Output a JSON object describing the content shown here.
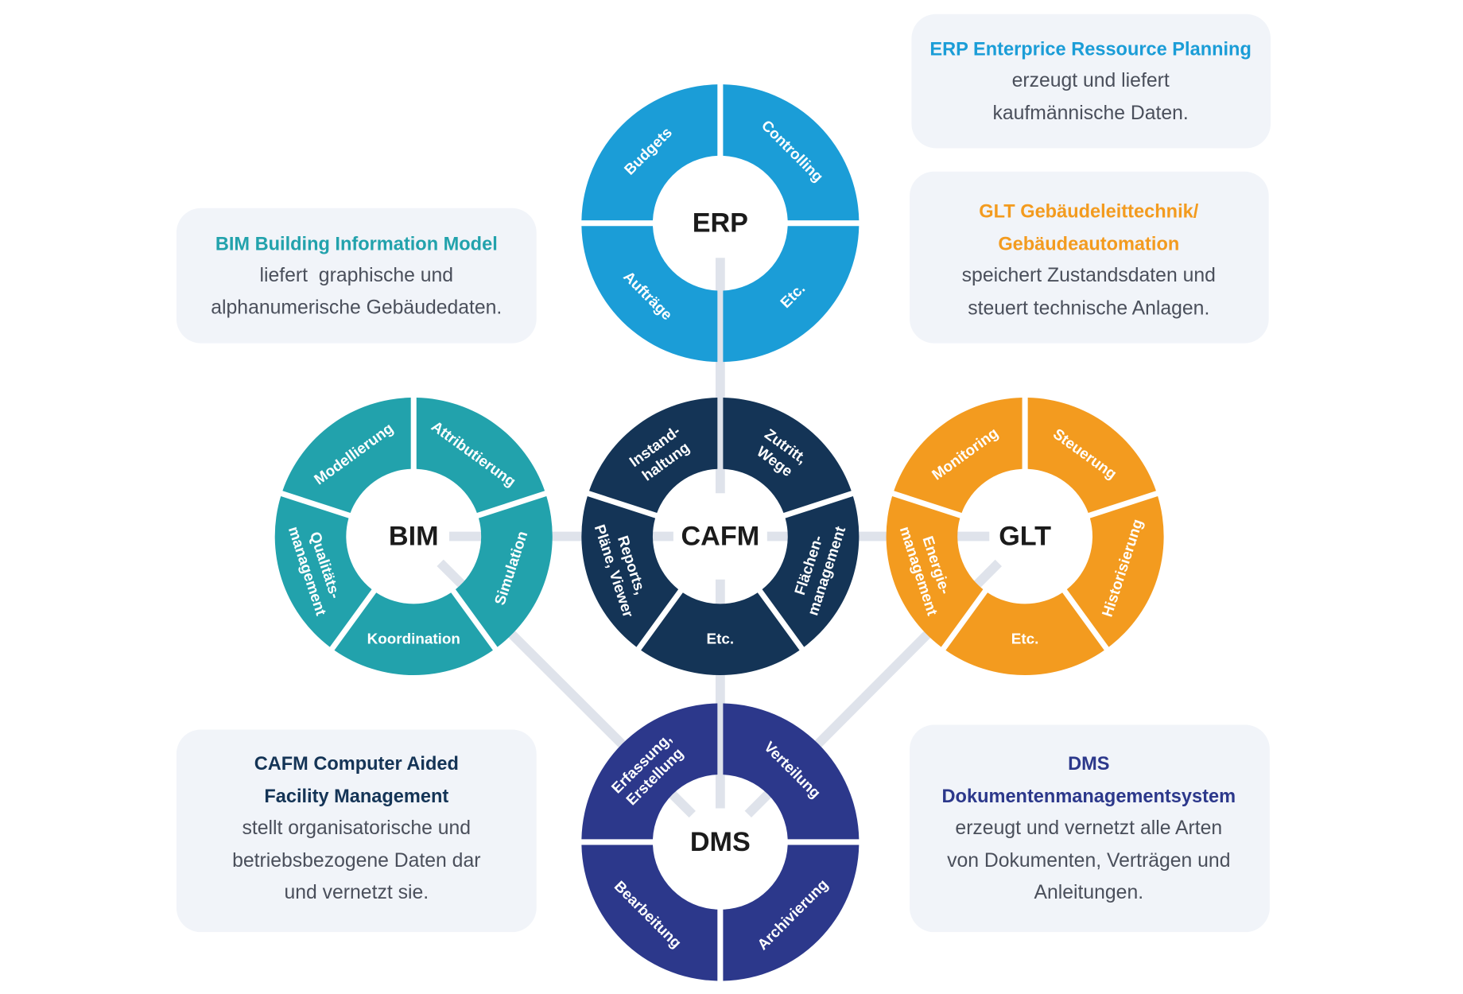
{
  "colors": {
    "erp": "#1b9dd7",
    "bim": "#22a2ac",
    "cafm": "#143456",
    "glt": "#f39b1f",
    "dms": "#2c388b",
    "connector": "#dfe3eb",
    "box_background": "#f1f4f9",
    "body_text": "#4a4f5b",
    "center_text": "#1b1b1b",
    "segment_text": "#ffffff"
  },
  "wheels": {
    "erp": {
      "label": "ERP",
      "segments": [
        [
          "Budgets"
        ],
        [
          "Controlling"
        ],
        [
          "Etc."
        ],
        [
          "Aufträge"
        ]
      ]
    },
    "bim": {
      "label": "BIM",
      "segments": [
        [
          "Attributierung"
        ],
        [
          "Simulation"
        ],
        [
          "Koordination"
        ],
        [
          "Qualitäts-",
          "management"
        ],
        [
          "Modellierung"
        ]
      ]
    },
    "cafm": {
      "label": "CAFM",
      "segments": [
        [
          "Zutritt,",
          "Wege"
        ],
        [
          "Flächen-",
          "management"
        ],
        [
          "Etc."
        ],
        [
          "Reports,",
          "Pläne, Viewer"
        ],
        [
          "Instand-",
          "haltung"
        ]
      ]
    },
    "glt": {
      "label": "GLT",
      "segments": [
        [
          "Steuerung"
        ],
        [
          "Historisierung"
        ],
        [
          "Etc."
        ],
        [
          "Energie-",
          "management"
        ],
        [
          "Monitoring"
        ]
      ]
    },
    "dms": {
      "label": "DMS",
      "segments": [
        [
          "Erfassung,",
          "Erstellung"
        ],
        [
          "Verteilung"
        ],
        [
          "Archivierung"
        ],
        [
          "Bearbeitung"
        ]
      ]
    }
  },
  "boxes": {
    "erp": {
      "title": [
        "ERP Enterprice Ressource Planning"
      ],
      "body": [
        "erzeugt und liefert",
        "kaufmännische Daten."
      ]
    },
    "bim": {
      "title": [
        "BIM Building Information Model"
      ],
      "body": [
        "liefert  graphische und",
        "alphanumerische Gebäudedaten."
      ]
    },
    "glt": {
      "title": [
        "GLT Gebäudeleittechnik/",
        "Gebäudeautomation"
      ],
      "body": [
        "speichert Zustandsdaten und",
        "steuert technische Anlagen."
      ]
    },
    "cafm": {
      "title": [
        "CAFM Computer Aided",
        "Facility Management"
      ],
      "body": [
        "stellt organisatorische und",
        "betriebsbezogene Daten dar",
        "und vernetzt sie."
      ]
    },
    "dms": {
      "title": [
        "DMS",
        "Dokumentenmanagementsystem"
      ],
      "body": [
        "erzeugt und vernetzt alle Arten",
        "von Dokumenten, Verträgen und",
        "Anleitungen."
      ]
    }
  }
}
